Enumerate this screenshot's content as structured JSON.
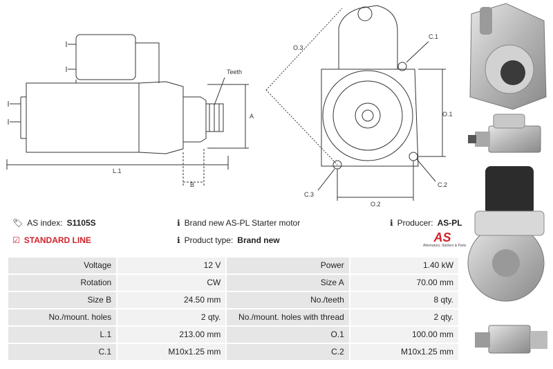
{
  "header": {
    "as_index_label": "AS index:",
    "as_index_value": "S1105S",
    "line_label": "STANDARD LINE",
    "description": "Brand new AS-PL Starter motor",
    "product_type_label": "Product type:",
    "product_type_value": "Brand new",
    "producer_label": "Producer:",
    "producer_value": "AS-PL",
    "logo_text": "AS",
    "logo_tagline": "Alternators, Starters & Parts"
  },
  "drawing_labels": {
    "teeth": "Teeth",
    "a": "A",
    "b": "B",
    "l1": "L.1",
    "o1": "O.1",
    "o2": "O.2",
    "o3": "O.3",
    "c1": "C.1",
    "c2": "C.2",
    "c3": "C.3"
  },
  "specs": [
    {
      "label1": "Voltage",
      "value1": "12 V",
      "label2": "Power",
      "value2": "1.40 kW"
    },
    {
      "label1": "Rotation",
      "value1": "CW",
      "label2": "Size A",
      "value2": "70.00 mm"
    },
    {
      "label1": "Size B",
      "value1": "24.50 mm",
      "label2": "No./teeth",
      "value2": "8 qty."
    },
    {
      "label1": "No./mount. holes",
      "value1": "2 qty.",
      "label2": "No./mount. holes with thread",
      "value2": "2 qty."
    },
    {
      "label1": "L.1",
      "value1": "213.00 mm",
      "label2": "O.1",
      "value2": "100.00 mm"
    },
    {
      "label1": "C.1",
      "value1": "M10x1.25 mm",
      "label2": "C.2",
      "value2": "M10x1.25 mm"
    }
  ],
  "colors": {
    "accent_red": "#d0222a",
    "cell_bg": "#eeeeee"
  }
}
